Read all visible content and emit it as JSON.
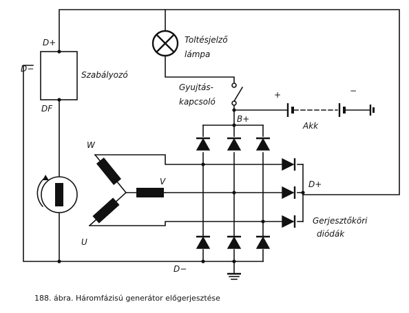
{
  "labels": {
    "dplus_top": "D+",
    "dminus_left": "D−",
    "regulator": "Szabályozó",
    "df": "DF",
    "lamp_line1": "Toltésjelző",
    "lamp_line2": "lámpa",
    "switch_line1": "Gyujtás-",
    "switch_line2": "kapcsoló",
    "plus": "+",
    "minus": "−",
    "bplus": "B+",
    "battery": "Akk",
    "phase_w": "W",
    "phase_v": "V",
    "phase_u": "U",
    "dplus_right": "D+",
    "exciter_line1": "Gerjesztőköri",
    "exciter_line2": "diódák",
    "dminus_bottom": "D−"
  },
  "caption": "188. ábra. Háromfázisú generátor előgerjesztése"
}
